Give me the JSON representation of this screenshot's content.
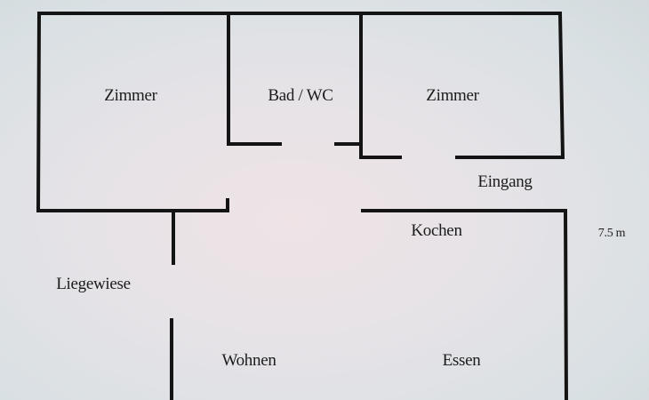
{
  "floor_plan": {
    "rooms": {
      "room_left": "Zimmer",
      "bathroom": "Bad / WC",
      "room_right": "Zimmer",
      "entrance": "Eingang",
      "kitchen": "Kochen",
      "lawn": "Liegewiese",
      "living": "Wohnen",
      "dining": "Essen"
    },
    "dimension": "7.5 m"
  }
}
